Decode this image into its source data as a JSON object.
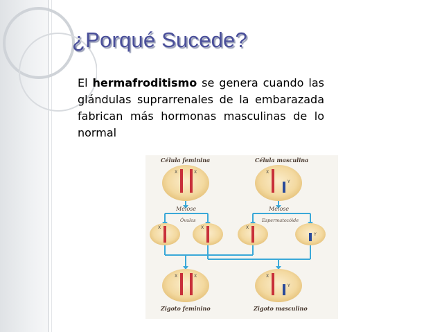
{
  "slide": {
    "title": "¿Porqué Sucede?",
    "body": {
      "prefix": "El ",
      "bold_term": "hermafroditismo",
      "rest": " se genera cuando las glándulas suprarrenales de la embarazada fabrican más hormonas masculinas de lo normal"
    }
  },
  "diagram": {
    "labels": {
      "female_cell": "Célula feminina",
      "male_cell": "Célula masculina",
      "meiosis_left": "Meiose",
      "meiosis_right": "Meiose",
      "ova": "Óvulos",
      "sperm": "Espermatozóide",
      "zygote_female": "Zigoto feminino",
      "zygote_male": "Zigoto masculino"
    },
    "chromosome_labels": {
      "x": "X",
      "y": "Y"
    }
  },
  "colors": {
    "title": "#4a4f9a",
    "chromosome_x": "#c8303a",
    "chromosome_y": "#2a4a9a",
    "arrow": "#3aa8d8",
    "cell_fill": "#f3d9a0"
  }
}
